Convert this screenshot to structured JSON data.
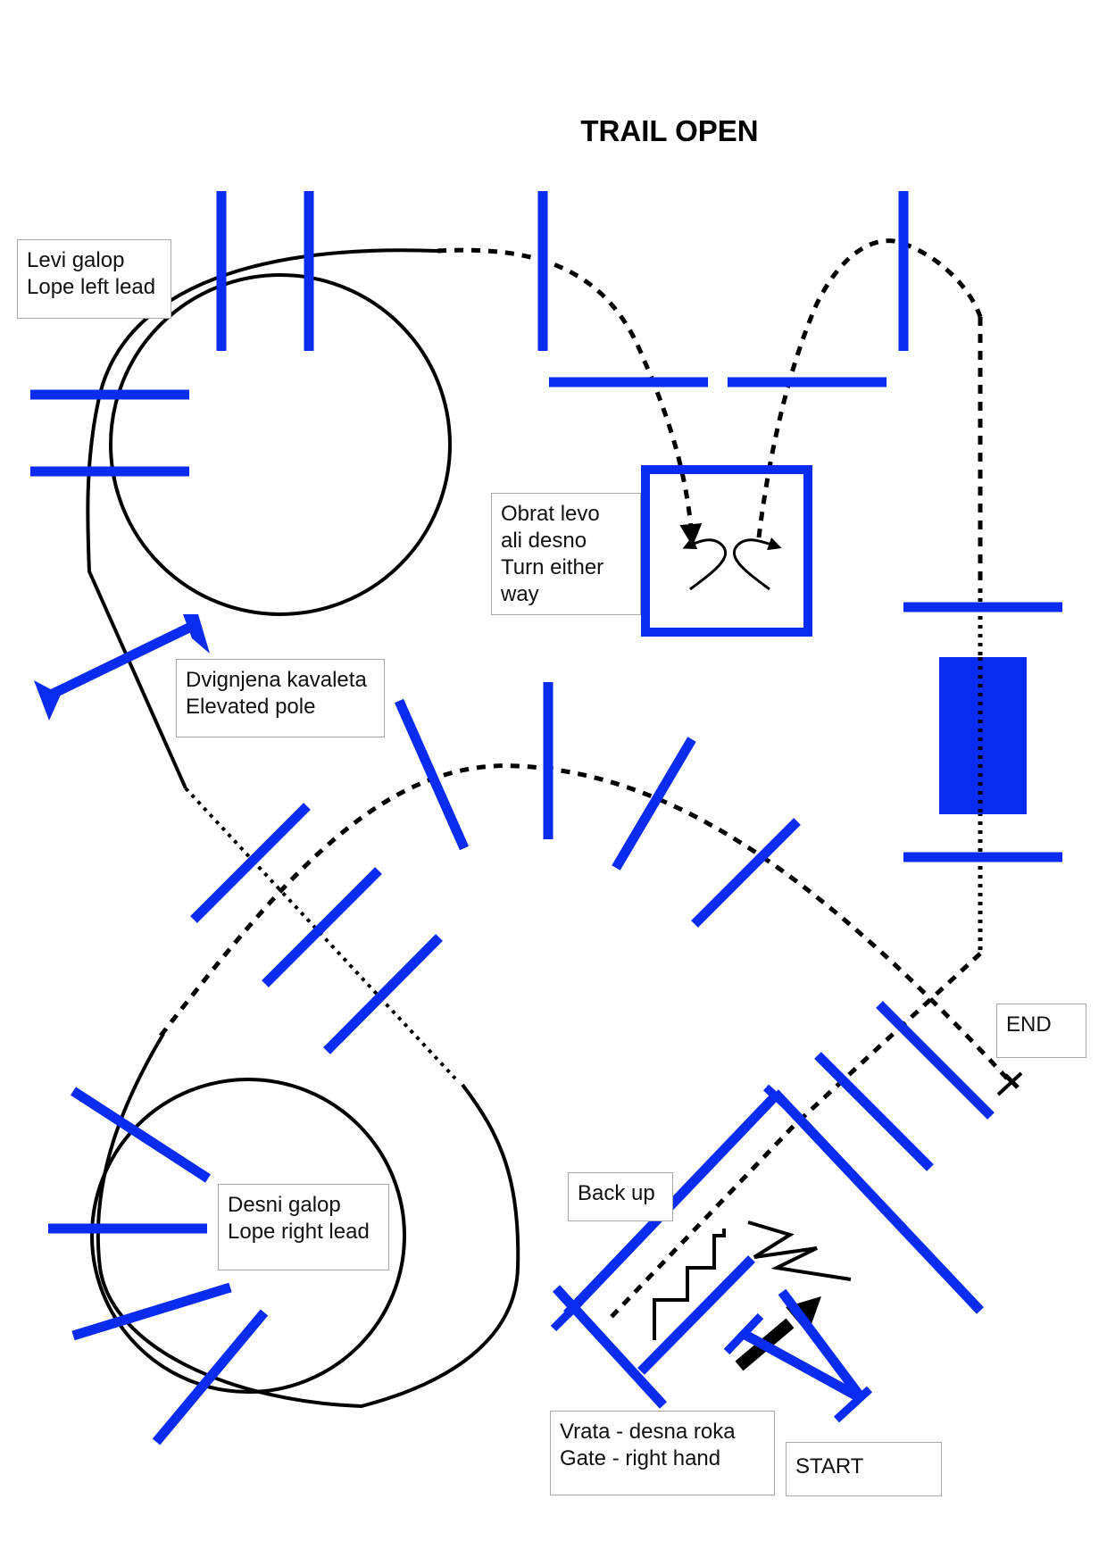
{
  "title": "TRAIL OPEN",
  "colors": {
    "obstacle": "#0a2cf0",
    "path": "#000000",
    "label_border": "#a8a8a8",
    "background": "#ffffff"
  },
  "labels": {
    "lope_left": {
      "line1": "Levi galop",
      "line2": "Lope left lead"
    },
    "turn": {
      "line1": "Obrat levo",
      "line2": "ali desno",
      "line3": "Turn either",
      "line4": "way"
    },
    "elevated_pole": {
      "line1": "Dvignjena kavaleta",
      "line2": "Elevated pole"
    },
    "end": "END",
    "lope_right": {
      "line1": "Desni galop",
      "line2": "Lope right lead"
    },
    "back_up": "Back up",
    "gate": {
      "line1": "Vrata - desna roka",
      "line2": "Gate -  right hand"
    },
    "start": "START"
  }
}
